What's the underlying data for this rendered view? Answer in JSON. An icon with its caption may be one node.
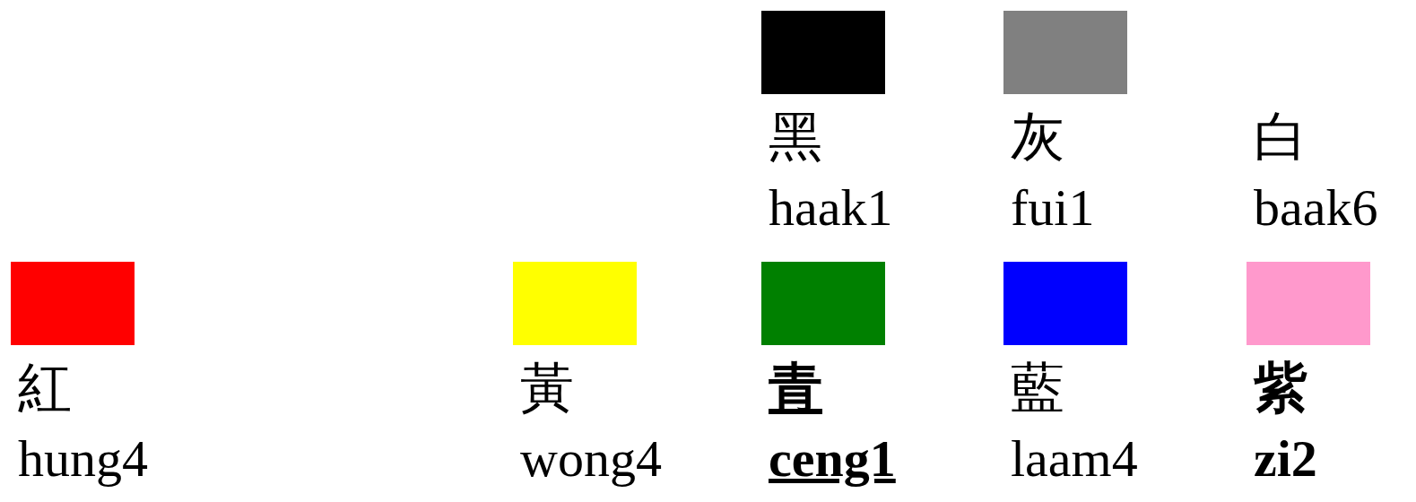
{
  "diagram": {
    "legend": [
      {
        "text": "黑",
        "color": "#000000"
      },
      {
        "text": "灰",
        "color": "#808080"
      },
      {
        "text": "白",
        "color": "#ffffff"
      },
      {
        "text": "紅",
        "color": "#ff0000"
      },
      {
        "text": "黃",
        "color": "#ffff00"
      },
      {
        "text": "青",
        "color": "#008000"
      },
      {
        "text": "藍",
        "color": "#0000ff"
      },
      {
        "text": "紫",
        "color": "#ff99cc"
      }
    ],
    "labels": [
      "haak1",
      "fui1",
      "baak6",
      "hung4",
      "wong4",
      "ceng1",
      "laam4",
      "zi2"
    ]
  }
}
